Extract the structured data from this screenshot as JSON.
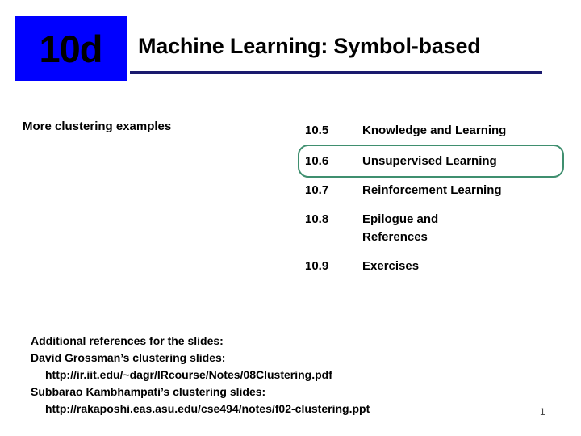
{
  "header": {
    "chapter_badge": "10d",
    "title": "Machine Learning: Symbol-based",
    "badge_color": "#0000ff",
    "rule_color": "#1a1a6e"
  },
  "body": {
    "left_note": "More clustering examples",
    "highlight_color": "#3f8f6f",
    "toc": [
      {
        "number": "10.5",
        "label": "Knowledge and Learning",
        "highlighted": false
      },
      {
        "number": "10.6",
        "label": "Unsupervised Learning",
        "highlighted": true
      },
      {
        "number": "10.7",
        "label": "Reinforcement Learning",
        "highlighted": false
      },
      {
        "number": "10.8",
        "label": "Epilogue and\nReferences",
        "highlighted": false
      },
      {
        "number": "10.9",
        "label": "Exercises",
        "highlighted": false
      }
    ]
  },
  "references": {
    "lines": [
      {
        "text": "Additional references for the slides:",
        "indent": false
      },
      {
        "text": "David Grossman’s clustering slides:",
        "indent": false
      },
      {
        "text": "http://ir.iit.edu/~dagr/IRcourse/Notes/08Clustering.pdf",
        "indent": true
      },
      {
        "text": "Subbarao Kambhampati’s clustering slides:",
        "indent": false
      },
      {
        "text": "http://rakaposhi.eas.asu.edu/cse494/notes/f02-clustering.ppt",
        "indent": true
      }
    ]
  },
  "footer": {
    "page_number": "1"
  }
}
